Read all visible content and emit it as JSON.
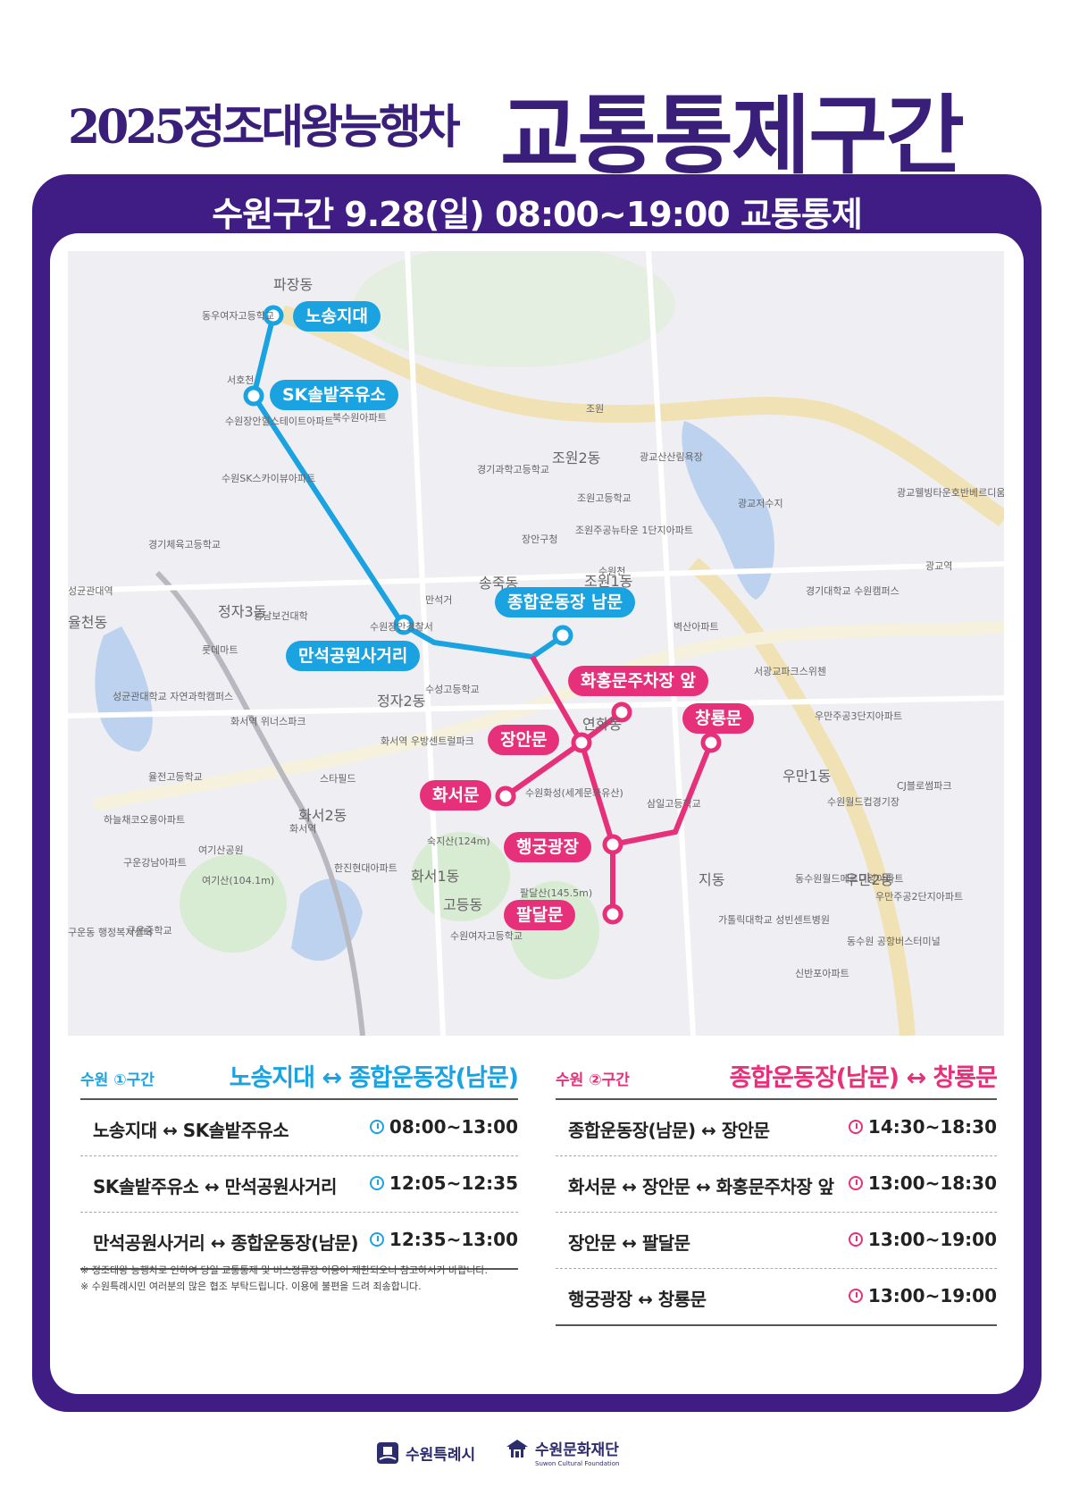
{
  "title": {
    "small": "2025정조대왕능행차",
    "big": "교통통제구간"
  },
  "frame_header": "수원구간 9.28(일) 08:00~19:00 교통통제",
  "colors": {
    "frame": "#3f1d85",
    "route1": "#1aa3e0",
    "route2": "#e6317a"
  },
  "map": {
    "blue_tags": [
      "노송지대",
      "SK솔밭주유소",
      "종합운동장 남문",
      "만석공원사거리"
    ],
    "pink_tags": [
      "화홍문주차장 앞",
      "창룡문",
      "장안문",
      "화서문",
      "행궁광장",
      "팔달문"
    ],
    "places": [
      "파장동",
      "동우여자고등학교",
      "서호천",
      "수원장안힐스테이트아파트",
      "수원SK스카이뷰아파트",
      "경기체육고등학교",
      "성균관대역",
      "율천동",
      "정자3동",
      "동남보건대학",
      "롯데마트",
      "성균관대학교 자연과학캠퍼스",
      "화서역 위너스파크",
      "율전고등학교",
      "하늘채코오롱아파트",
      "구운강남아파트",
      "여기산공원",
      "여기산(104.1m)",
      "구운중학교",
      "구운동 행정복지센터",
      "화서2동",
      "화서역",
      "정자2동",
      "수성고등학교",
      "화서역 우방센트럴파크",
      "스타필드",
      "숙지산(124m)",
      "한진현대아파트",
      "화서1동",
      "고등동",
      "수원여자고등학교",
      "팔달산(145.5m)",
      "송죽동",
      "만석거",
      "수원장안경찰서",
      "수원천",
      "북수원아파트",
      "경기과학고등학교",
      "조원2동",
      "조원고등학교",
      "장안구청",
      "조원주공뉴타운 1단지아파트",
      "조원1동",
      "벽산아파트",
      "연화동",
      "수원화성(세계문화유산)",
      "삼일고등학교",
      "지동",
      "가톨릭대학교 성빈센트병원",
      "광교산산림욕장",
      "광교저수지",
      "조원",
      "경기대학교 수원캠퍼스",
      "서광교파크스위첸",
      "우만주공3단지아파트",
      "우만1동",
      "수원월드컵경기장",
      "CJ블로썸파크",
      "동수원월드메르디앙아파트",
      "우만2동",
      "우만주공2단지아파트",
      "동수원 공항버스터미널",
      "광교역",
      "광교웰빙타운호반베르디움아파트",
      "신반포아파트"
    ]
  },
  "section1": {
    "label": "수원 ①구간",
    "route": "노송지대 ↔ 종합운동장(남문)",
    "rows": [
      {
        "name": "노송지대 ↔ SK솔밭주유소",
        "time": "08:00~13:00"
      },
      {
        "name": "SK솔밭주유소 ↔ 만석공원사거리",
        "time": "12:05~12:35"
      },
      {
        "name": "만석공원사거리 ↔ 종합운동장(남문)",
        "time": "12:35~13:00"
      }
    ]
  },
  "section2": {
    "label": "수원 ②구간",
    "route": "종합운동장(남문) ↔ 창룡문",
    "rows": [
      {
        "name": "종합운동장(남문) ↔ 장안문",
        "time": "14:30~18:30"
      },
      {
        "name": "화서문 ↔ 장안문 ↔ 화홍문주차장 앞",
        "time": "13:00~18:30"
      },
      {
        "name": "장안문 ↔ 팔달문",
        "time": "13:00~19:00"
      },
      {
        "name": "행궁광장 ↔ 창룡문",
        "time": "13:00~19:00"
      }
    ]
  },
  "notes": [
    "※ 정조대왕 능행차로 인하여 당일 교통통제 및 버스정류장 이용이 제한되오니 참고하시기 바랍니다.",
    "※ 수원특례시민 여러분의 많은 협조 부탁드립니다. 이용에 불편을 드려 죄송합니다."
  ],
  "footer": {
    "logo1": "수원특례시",
    "logo2": "수원문화재단",
    "logo2_sub": "Suwon Cultural Foundation"
  }
}
